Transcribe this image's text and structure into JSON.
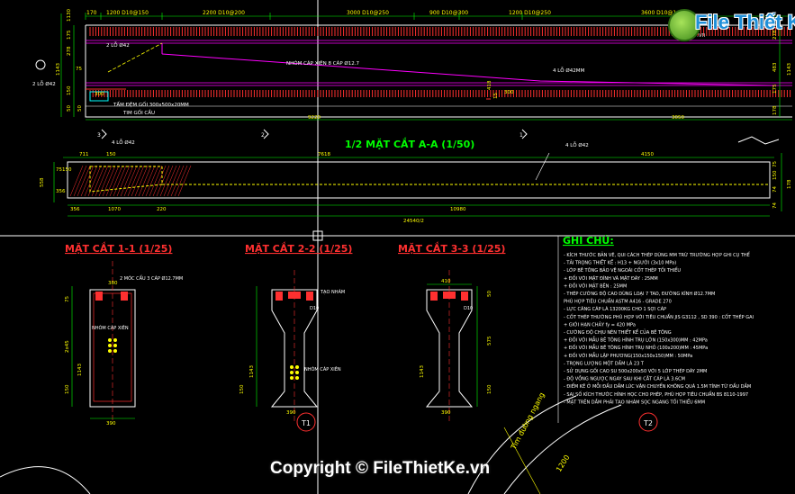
{
  "top_dims": [
    "170",
    "1200 D10@150",
    "2200 D10@200",
    "3000 D10@250",
    "900 D10@300",
    "1200 D10@250",
    "3600 D10@1"
  ],
  "top_labels": {
    "lo_42a": "2 LỖ Ø42",
    "lo_42b": "2 LỖ Ø42",
    "nhom_cap": "NHÓM CÁP XIÊN 8 CÁP Ø12.7",
    "lo_4_42mm": "4 LỖ  Ø42MM",
    "tam_dem": "TẤM ĐỆM GỐI    300x500x20MM",
    "tim_goi": "TIM GỐI CẦU",
    "dim_9220": "9220",
    "dim_3050": "3050",
    "left_dims": [
      "1130",
      "175",
      "278",
      "1143",
      "75",
      "150",
      "50",
      "50"
    ],
    "right_dims": [
      "278",
      "483",
      "175",
      "1143",
      "178"
    ],
    "dim_300a": "300",
    "dim_300b": "300",
    "dim_418": "418",
    "dim_15": "15"
  },
  "section_aa": {
    "title": "1/2 MẶT CẮT A-A (1/50)",
    "lo_left": "4 LỖ Ø42",
    "lo_right": "4 LỖ Ø42",
    "dims_top": [
      "711",
      "150",
      "7618",
      "4150"
    ],
    "dims_left": [
      "75150",
      "356",
      "558"
    ],
    "dims_bottom": [
      "356",
      "1070",
      "220",
      "10980"
    ],
    "dim_total": "24540/2",
    "right_dims": [
      "75",
      "150",
      "74",
      "178",
      "74"
    ]
  },
  "sections": [
    {
      "title": "MẶT CẮT 1-1 (1/25)",
      "labels": [
        "2 MÓC CẨU 3 CÁP Ø12.7MM",
        "NHÓM CÁP XIÊN"
      ],
      "dims": [
        "380",
        "75",
        "2x45",
        "1143",
        "150",
        "390"
      ]
    },
    {
      "title": "MẶT CẮT 2-2 (1/25)",
      "labels": [
        "TẠO NHÁM",
        "D10",
        "NHÓM CÁP XIÊN"
      ],
      "dims": [
        "1143",
        "150",
        "390"
      ]
    },
    {
      "title": "MẶT CẮT 3-3 (1/25)",
      "labels": [
        "D10"
      ],
      "dims": [
        "410",
        "50",
        "575",
        "1143",
        "150",
        "390"
      ]
    }
  ],
  "markers": [
    "T1",
    "T2"
  ],
  "section_marks": [
    "3",
    "2",
    "1"
  ],
  "ghi_chu_title": "GHI CHÚ:",
  "notes": [
    "- KÍCH THƯỚC BẢN VẼ, QUI CÁCH THÉP DÙNG MM TRỪ TRƯỜNG HỢP GHI CỤ THỂ",
    "- TẢI TRỌNG THIẾT KẾ : H13 + NGƯỜI (3x10 MPa)",
    "- LỚP BÊ TÔNG BẢO VỆ NGOÀI CỐT THÉP TỐI THIỂU",
    "     + ĐỐI VỚI MẶT ĐÍNH VÀ MẶT ĐÁY : 25MM",
    "     + ĐỐI VỚI MẶT BÊN                  : 25MM",
    "- THÉP CƯỜNG ĐỘ CAO DÙNG LOẠI 7 TAO, ĐƯỜNG KÍNH Ø12.7MM",
    "PHÙ HỢP TIÊU CHUẨN ASTM A416 - GRADE 270",
    "- LỰC CĂNG CÁP LÀ 13200KG CHO 1 SỢI CÁP",
    "- CỐT THÉP THƯỜNG PHÙ HỢP VỚI TIÊU CHUẨN JIS G3112 , SD 390 : CỐT THÉP GAI",
    "     + GIỚI HẠN CHẢY  fy = 420 MPa",
    "- CƯỜNG ĐỘ CHỊU NÉN THIẾT KẾ CỦA BÊ TÔNG",
    "     + ĐỐI VỚI MẪU BÊ TÔNG HÌNH TRỤ LỚN (150x300)MM        : 42MPa",
    "     + ĐỐI VỚI MẪU BÊ TÔNG HÌNH TRỤ NHỎ (100x200)MM        : 45MPa",
    "     + ĐỐI VỚI MẪU LẬP PHƯƠNG(150x150x150)MM                 : 50MPa",
    "- TRỌNG LƯỢNG MỘT DẦM LÀ 23 T",
    "- SỬ DỤNG GỐI CAO SU 500x200x50 VỚI 5 LỚP THÉP DÀY 2MM",
    "- ĐỘ VỒNG NGƯỢC NGAY SAU KHI CẮT CÁP LÀ 3.6CM",
    "- ĐIỂM KÊ Ở MỖI ĐẦU DẦM LÚC VẬN CHUYỂN KHÔNG QUÁ 1.5M TÍNH TỪ ĐẦU DẦM",
    "- SAI SỐ KÍCH THƯỚC HÌNH HỌC CHO PHÉP, PHÙ HỢP TIÊU CHUẨN BS 8110-1997",
    "- MẶT TRÊN DẦM PHẢI TẠO NHÁM SỌC NGANG TỐI THIỂU 6MM"
  ],
  "bottom_labels": [
    "Tim đường ngang",
    "1200"
  ],
  "logo": {
    "text": "File Thiết Kế",
    "sub": ".vn"
  },
  "copyright": "Copyright © FileThietKe.vn"
}
